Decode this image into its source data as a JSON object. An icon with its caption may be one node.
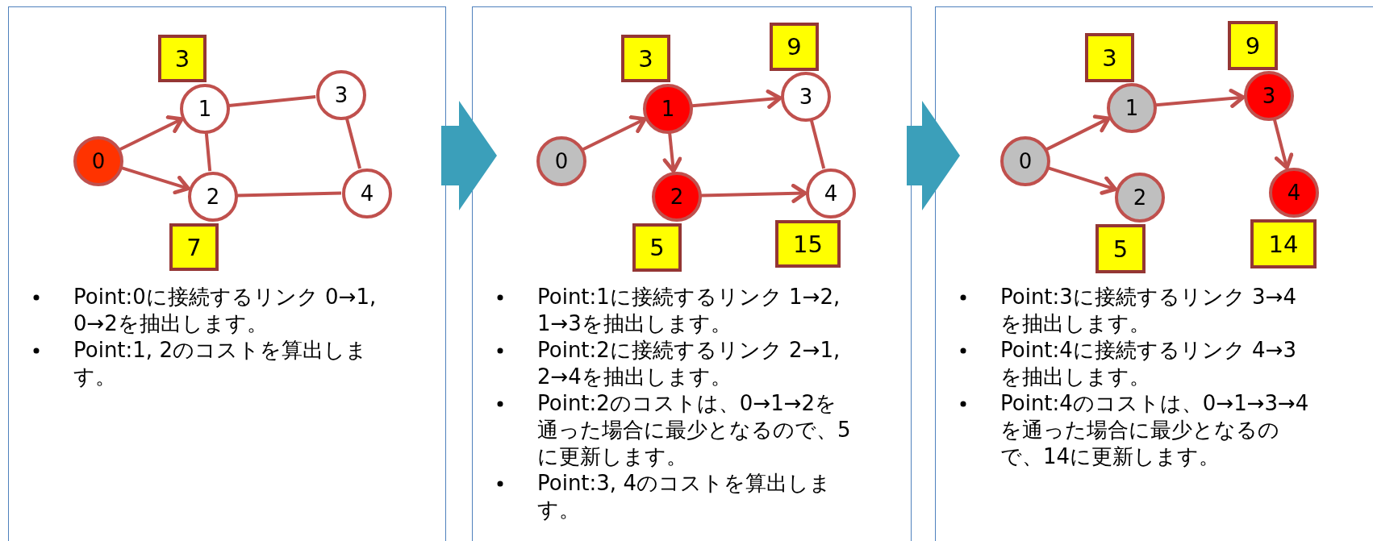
{
  "diagram": {
    "nodes": [
      {
        "text": [
          "Point:0に接続するリンク 0→1, 0→2を抽出します。",
          "Point:1, 2のコストを算出します。"
        ]
      },
      {
        "text": [
          "0"
        ],
        "in": 0
      },
      {
        "text": [
          "1"
        ],
        "in": 0
      },
      {
        "text": [
          "2"
        ],
        "in": 0
      },
      {
        "text": [
          "3"
        ],
        "in": 0
      },
      {
        "text": [
          "4"
        ],
        "in": 0
      },
      {
        "text": [
          "3"
        ],
        "in": 0
      },
      {
        "text": [
          "7"
        ],
        "in": 0
      },
      {
        "text": [
          "Point:1に接続するリンク 1→2, 1→3を抽出します。",
          "Point:2に接続するリンク 2→1, 2→4を抽出します。",
          "Point:2のコストは、0→1→2を通った場合に最少となるので、5に更新します。",
          "Point:3, 4のコストを算出します。"
        ]
      },
      {
        "text": [
          "0"
        ],
        "in": 8
      },
      {
        "text": [
          "1"
        ],
        "in": 8
      },
      {
        "text": [
          "2"
        ],
        "in": 8
      },
      {
        "text": [
          "3"
        ],
        "in": 8
      },
      {
        "text": [
          "4"
        ],
        "in": 8
      },
      {
        "text": [
          "3"
        ],
        "in": 8
      },
      {
        "text": [
          "9"
        ],
        "in": 8
      },
      {
        "text": [
          "5"
        ],
        "in": 8
      },
      {
        "text": [
          "15"
        ],
        "in": 8
      },
      {
        "text": [
          "Point:3に接続するリンク 3→4を抽出します。",
          "Point:4に接続するリンク 4→3を抽出します。",
          "Point:4のコストは、0→1→3→4を通った場合に最少となるので、14に更新します。"
        ]
      },
      {
        "text": [
          "0"
        ],
        "in": 18
      },
      {
        "text": [
          "1"
        ],
        "in": 18
      },
      {
        "text": [
          "2"
        ],
        "in": 18
      },
      {
        "text": [
          "3"
        ],
        "in": 18
      },
      {
        "text": [
          "4"
        ],
        "in": 18
      },
      {
        "text": [
          "3"
        ],
        "in": 18
      },
      {
        "text": [
          "9"
        ],
        "in": 18
      },
      {
        "text": [
          "5"
        ],
        "in": 18
      },
      {
        "text": [
          "14"
        ],
        "in": 18
      }
    ],
    "edges": [
      {
        "from": 0,
        "to": 8,
        "arrow": "to",
        "style": "thick",
        "color": "#3b9fba"
      },
      {
        "from": 8,
        "to": 18,
        "arrow": "to",
        "style": "thick",
        "color": "#3b9fba"
      },
      {
        "from": 1,
        "to": 2,
        "arrow": "to"
      },
      {
        "from": 1,
        "to": 3,
        "arrow": "to"
      },
      {
        "from": 2,
        "to": 3,
        "arrow": "none"
      },
      {
        "from": 2,
        "to": 4,
        "arrow": "none"
      },
      {
        "from": 3,
        "to": 5,
        "arrow": "none"
      },
      {
        "from": 4,
        "to": 5,
        "arrow": "none"
      },
      {
        "from": 9,
        "to": 10,
        "arrow": "to"
      },
      {
        "from": 10,
        "to": 12,
        "arrow": "to"
      },
      {
        "from": 10,
        "to": 11,
        "arrow": "to"
      },
      {
        "from": 11,
        "to": 13,
        "arrow": "to"
      },
      {
        "from": 12,
        "to": 13,
        "arrow": "none"
      },
      {
        "from": 19,
        "to": 20,
        "arrow": "to"
      },
      {
        "from": 19,
        "to": 21,
        "arrow": "to"
      },
      {
        "from": 20,
        "to": 22,
        "arrow": "to"
      },
      {
        "from": 22,
        "to": 23,
        "arrow": "to"
      }
    ]
  }
}
